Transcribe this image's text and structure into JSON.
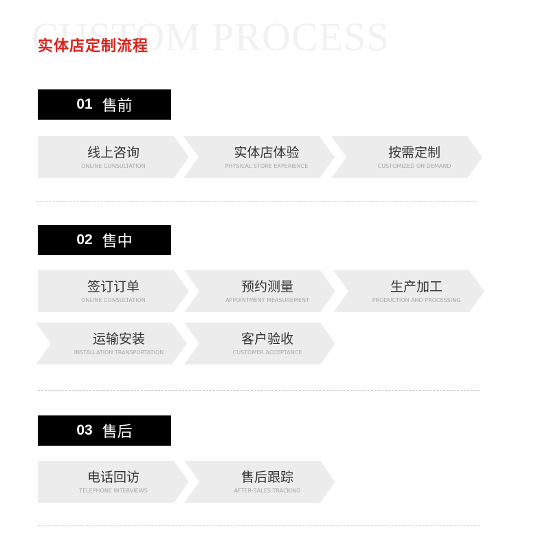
{
  "watermark": "CUSTOM PROCESS",
  "title": "实体店定制流程",
  "colors": {
    "accent": "#d9231d",
    "header_bg": "#000000",
    "step_bg": "#ececec"
  },
  "sections": [
    {
      "number": "01",
      "name": "售前",
      "steps": [
        {
          "cn": "线上咨询",
          "en": "ONLINE CONSULTATION"
        },
        {
          "cn": "实体店体验",
          "en": "PHYSICAL STORE EXPERIENCE"
        },
        {
          "cn": "按需定制",
          "en": "CUSTOMIZED ON DEMAND"
        }
      ]
    },
    {
      "number": "02",
      "name": "售中",
      "steps": [
        {
          "cn": "签订订单",
          "en": "ONLINE CONSULTATION"
        },
        {
          "cn": "预约测量",
          "en": "APPOINTMENT MEASUREMENT"
        },
        {
          "cn": "生产加工",
          "en": "PRODUCTION AND PROCESSING"
        },
        {
          "cn": "运输安装",
          "en": "INSTALLATION TRANSPORTATION"
        },
        {
          "cn": "客户验收",
          "en": "CUSTOMER ACCEPTANCE"
        }
      ]
    },
    {
      "number": "03",
      "name": "售后",
      "steps": [
        {
          "cn": "电话回访",
          "en": "TELEPHONE INTERVIEWS"
        },
        {
          "cn": "售后跟踪",
          "en": "AFTER-SALES TRACKING"
        }
      ]
    }
  ]
}
